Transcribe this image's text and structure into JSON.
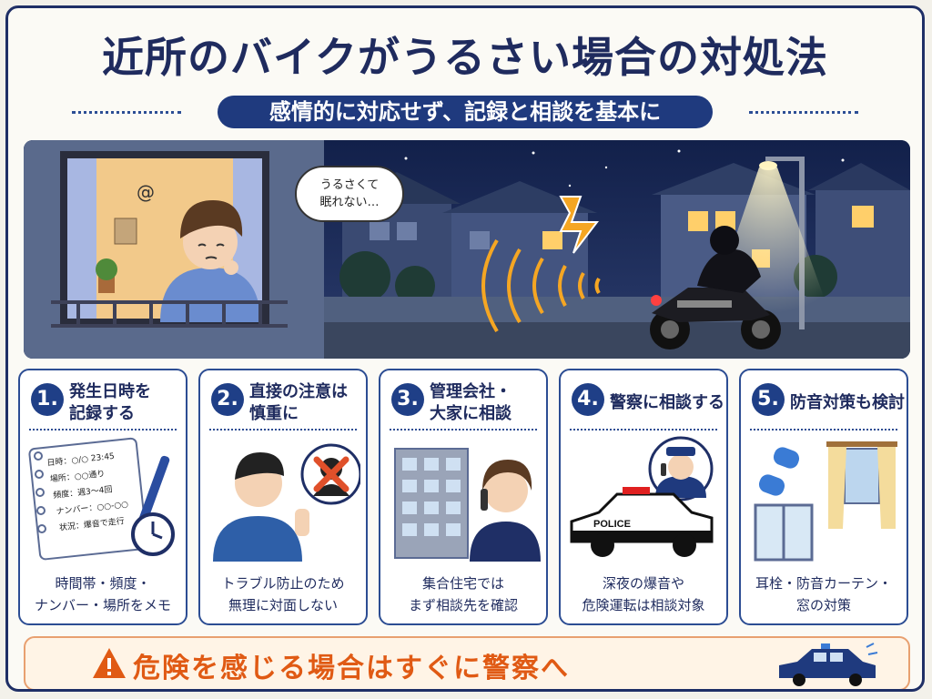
{
  "title": "近所のバイクがうるさい場合の対処法",
  "subtitle": "感情的に対応せず、記録と相談を基本に",
  "scene": {
    "thought_line1": "うるさくて",
    "thought_line2": "眠れない…"
  },
  "steps": [
    {
      "num": "1.",
      "title_line1": "発生日時を",
      "title_line2": "記録する",
      "desc_line1": "時間帯・頻度・",
      "desc_line2": "ナンバー・場所をメモ",
      "memo": [
        "日時：○/○ 23:45",
        "場所：○○通り",
        "頻度：週3～4回",
        "ナンバー：○○-○○",
        "状況：爆音で走行"
      ]
    },
    {
      "num": "2.",
      "title_line1": "直接の注意は",
      "title_line2": "慎重に",
      "desc_line1": "トラブル防止のため",
      "desc_line2": "無理に対面しない"
    },
    {
      "num": "3.",
      "title_line1": "管理会社・",
      "title_line2": "大家に相談",
      "desc_line1": "集合住宅では",
      "desc_line2": "まず相談先を確認"
    },
    {
      "num": "4.",
      "title_line1": "警察に相談する",
      "title_line2": "",
      "desc_line1": "深夜の爆音や",
      "desc_line2": "危険運転は相談対象",
      "car_label": "POLICE"
    },
    {
      "num": "5.",
      "title_line1": "防音対策も検討",
      "title_line2": "",
      "desc_line1": "耳栓・防音カーテン・",
      "desc_line2": "窓の対策"
    }
  ],
  "banner": {
    "text": "危険を感じる場合はすぐに警察へ"
  },
  "colors": {
    "navy": "#1f2f66",
    "accent_orange": "#e05a14",
    "night_sky": "#1c2a55"
  }
}
